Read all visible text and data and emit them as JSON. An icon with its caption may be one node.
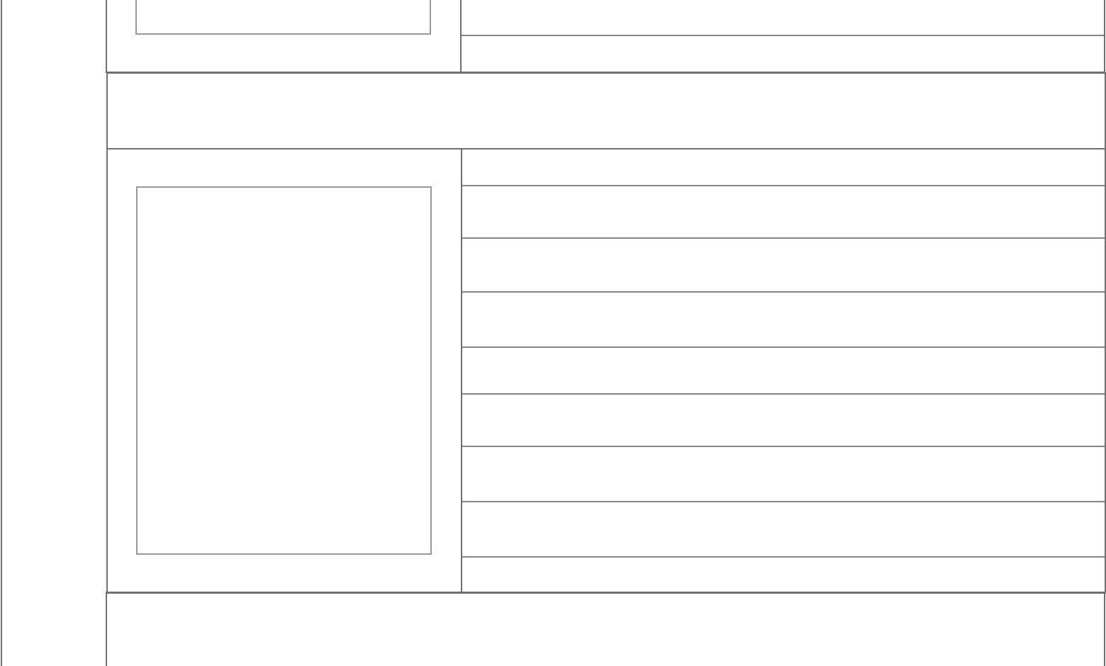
{
  "diagram": {
    "nodes": [
      {
        "text": [],
        "shape": "box"
      },
      {
        "text": [],
        "shape": "box",
        "in": 0
      },
      {
        "text": [],
        "shape": "box"
      },
      {
        "text": [],
        "shape": "box"
      },
      {
        "text": [],
        "shape": "box"
      },
      {
        "text": [],
        "shape": "box",
        "in": 4
      },
      {
        "text": [],
        "shape": "box"
      },
      {
        "text": [],
        "shape": "box"
      }
    ]
  }
}
